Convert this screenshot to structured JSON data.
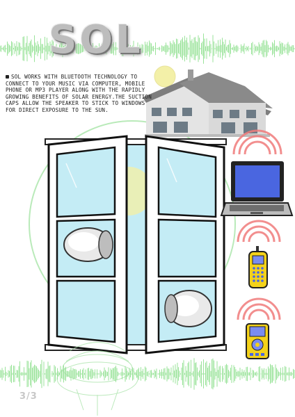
{
  "header": {
    "title": "SOL"
  },
  "body": {
    "paragraph": "SOL WORKS WITH BLUETOOTH TECHNOLOGY TO CONNECT TO YOUR MUSIC VIA COMPUTER, MOBILE PHONE OR MP3 PLAYER ALONG WITH THE RAPIDLY GROWING BENEFITS OF SOLAR ENERGY.THE SUCTION CAPS ALLOW THE SPEAKER TO STICK TO WINDOWS FOR DIRECT EXPOSURE TO THE SUN."
  },
  "footer": {
    "page_number": "3/3"
  },
  "colors": {
    "waveform": "#8fe08f",
    "sun": "#f3f0a8",
    "glass": "#c4ecf5",
    "frame": "#ffffff",
    "signal": "#f07b7b",
    "laptop_screen": "#4a66e0",
    "phone_body": "#f4d21a",
    "player_body": "#7a8cf0",
    "circle_outline": "#b9eab9"
  },
  "icons": [
    "house-illustration",
    "laptop-icon",
    "mobile-phone-icon",
    "mp3-player-icon",
    "signal-waves-icon",
    "window-illustration",
    "suction-cup-speaker-icon"
  ]
}
